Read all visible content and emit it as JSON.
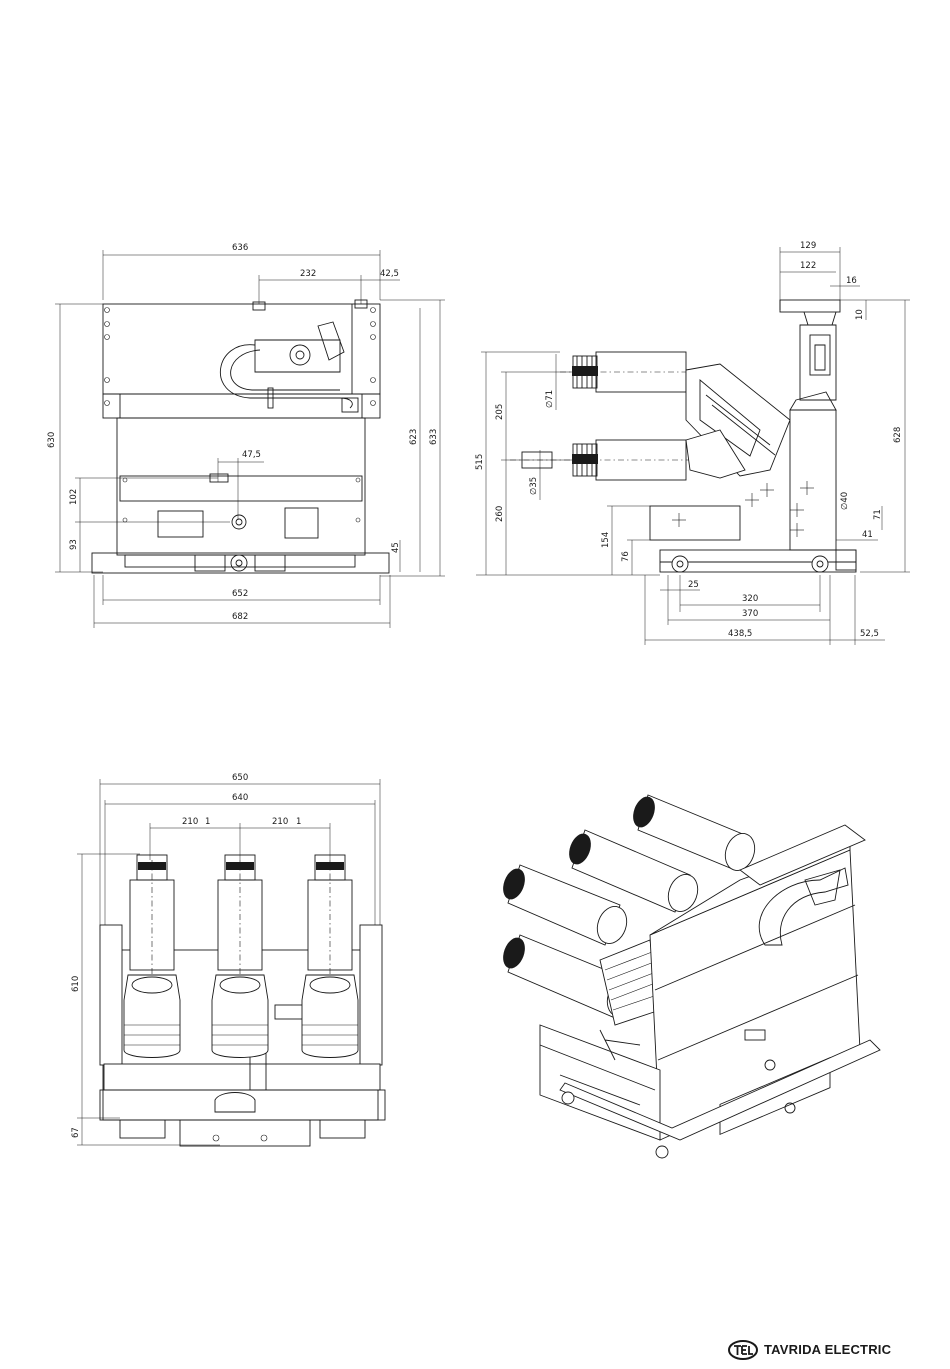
{
  "brand": {
    "name": "TAVRIDA ELECTRIC",
    "logo_letters": "TEL"
  },
  "front_view": {
    "dims": [
      "636",
      "232",
      "42,5",
      "630",
      "623",
      "633",
      "47,5",
      "102",
      "93",
      "45",
      "652",
      "682"
    ]
  },
  "side_view": {
    "dims": [
      "129",
      "122",
      "16",
      "10",
      "∅71",
      "205",
      "515",
      "∅35",
      "260",
      "154",
      "76",
      "628",
      "∅40",
      "71",
      "41",
      "25",
      "320",
      "370",
      "438,5",
      "52,5"
    ]
  },
  "top_view": {
    "dims": [
      "650",
      "640",
      "210",
      "1",
      "210",
      "1",
      "610",
      "67"
    ]
  },
  "iso_view": {
    "icon": "circuit-breaker-isometric"
  }
}
